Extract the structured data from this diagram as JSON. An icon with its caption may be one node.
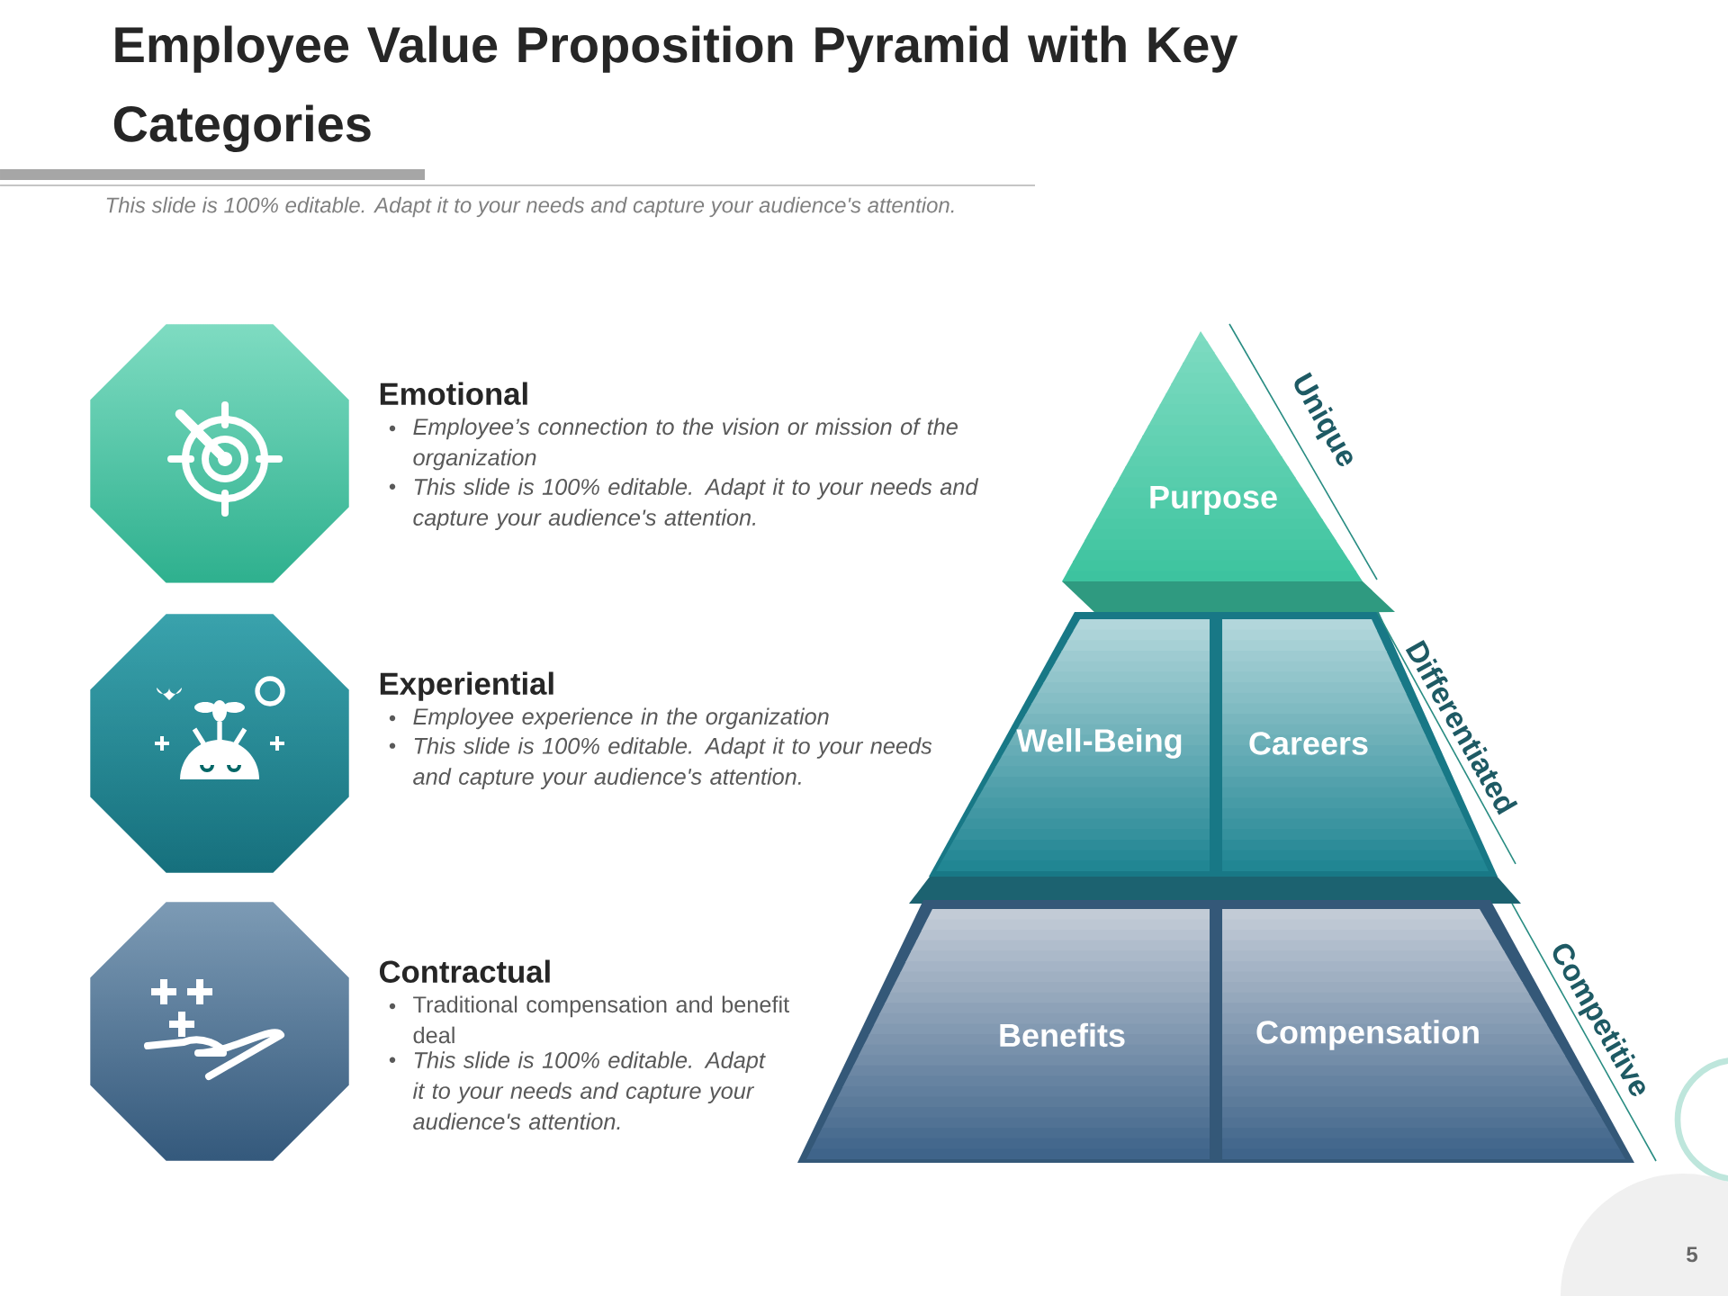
{
  "diagram": {
    "title": "Employee Value Proposition Pyramid with Key Categories",
    "nodes": [
      {
        "text": [
          "Emotional",
          "Employee’s connection to the vision or mission of the organization",
          "This slide is 100% editable. Adapt it to your needs and capture your audience's attention."
        ]
      },
      {
        "text": [
          "Experiential",
          "Employee experience in the organization",
          "This slide is 100% editable. Adapt it to your needs and capture your audience's attention."
        ]
      },
      {
        "text": [
          "Contractual",
          "Traditional compensation and benefit deal",
          "This slide is 100% editable. Adapt it to your needs and capture your audience's attention."
        ]
      },
      {
        "text": [
          "Purpose"
        ]
      },
      {
        "text": [
          "Well-Being"
        ]
      },
      {
        "text": [
          "Careers"
        ]
      },
      {
        "text": [
          "Benefits"
        ]
      },
      {
        "text": [
          "Compensation"
        ]
      }
    ],
    "labels": [
      "This slide is 100% editable. Adapt it to your needs and capture your audience's attention.",
      "Unique",
      "Differentiated",
      "Competitive",
      "5"
    ]
  }
}
